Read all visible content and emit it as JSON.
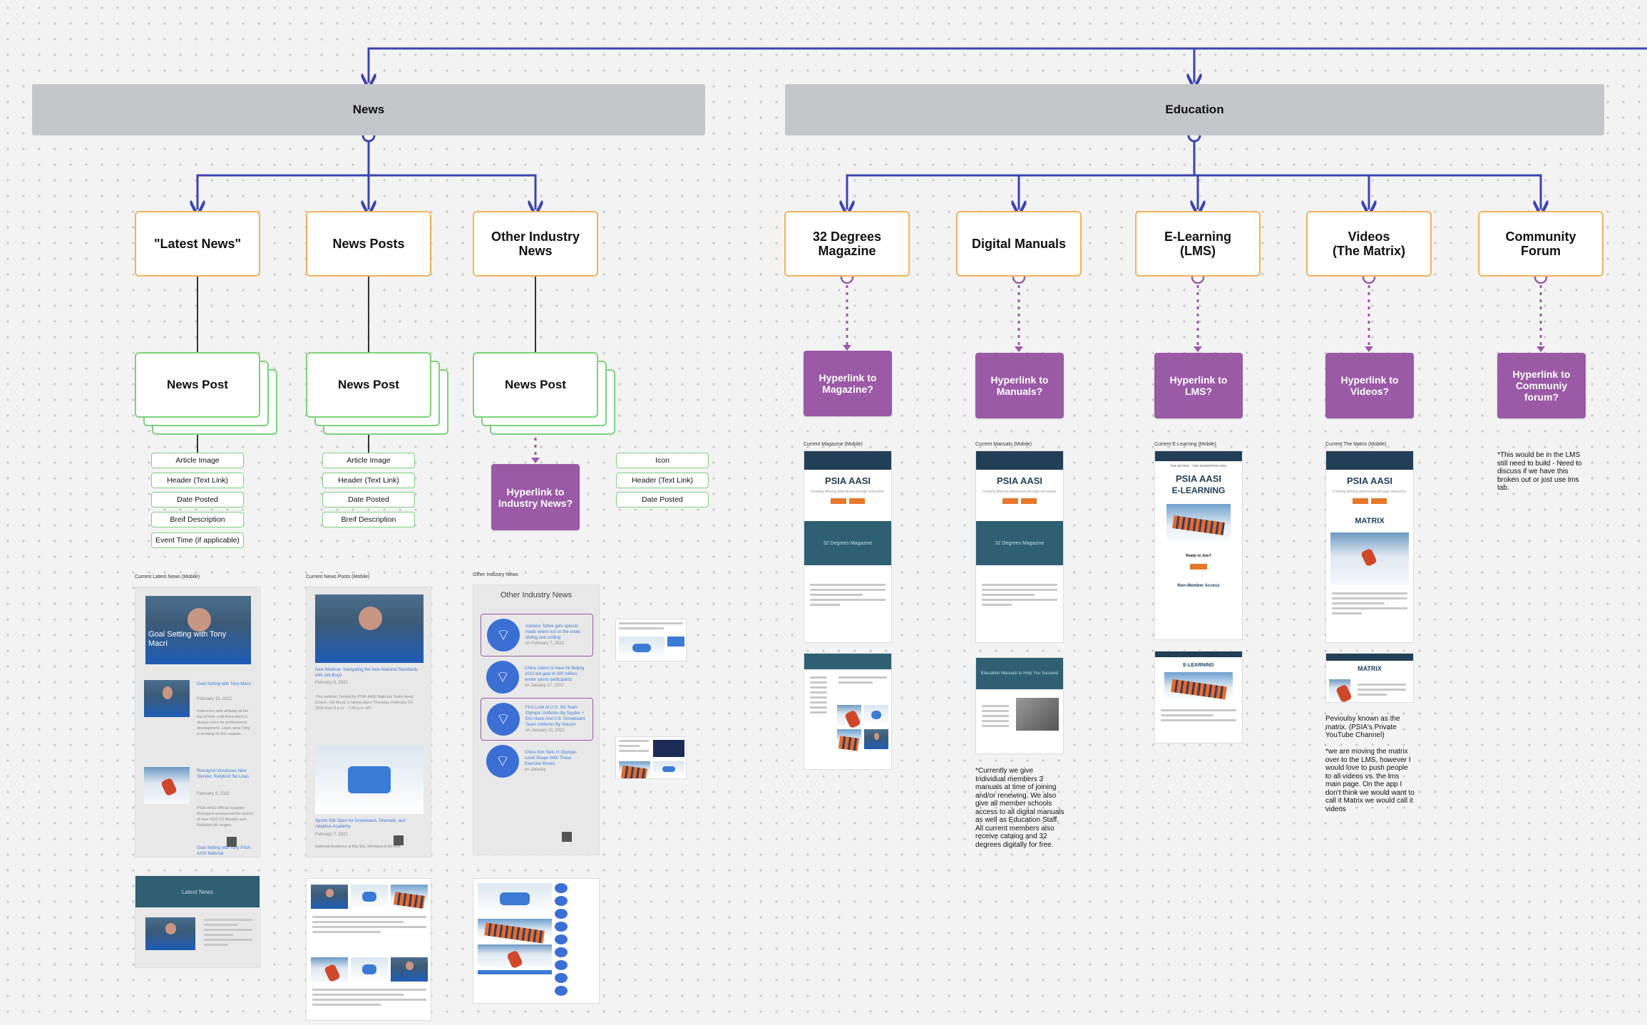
{
  "sections": {
    "news": {
      "label": "News"
    },
    "education": {
      "label": "Education"
    }
  },
  "news_categories": [
    {
      "label": "\"Latest News\""
    },
    {
      "label": "News Posts"
    },
    {
      "label": "Other Industry\nNews"
    }
  ],
  "education_categories": [
    {
      "label": "32 Degrees\nMagazine"
    },
    {
      "label": "Digital Manuals"
    },
    {
      "label": "E-Learning\n(LMS)"
    },
    {
      "label": "Videos\n(The Matrix)"
    },
    {
      "label": "Community\nForum"
    }
  ],
  "news_post_label": "News Post",
  "latest_news_fields": [
    "Article Image",
    "Header (Text Link)",
    "Date Posted",
    "Breif Description",
    "Event Time (if applicable)"
  ],
  "news_posts_fields": [
    "Article Image",
    "Header (Text Link)",
    "Date Posted",
    "Breif Description"
  ],
  "industry_fields": [
    "Icon",
    "Header (Text Link)",
    "Date Posted"
  ],
  "hyperlinks": {
    "industry": "Hyperlink to\nIndustry News?",
    "magazine": "Hyperlink to\nMagazine?",
    "manuals": "Hyperlink to\nManuals?",
    "lms": "Hyperlink to\nLMS?",
    "videos": "Hyperlink to\nVideos?",
    "forum": "Hyperlink to\nCommuniy\nforum?"
  },
  "captions": {
    "latest_news": "Current Latest News (Mobile)",
    "news_posts": "Current News Posts (Mobile)",
    "industry": "Other Industry News",
    "magazine": "Current Magazine (Mobile)",
    "manuals": "Current Manuals (Mobile)",
    "elearning": "Current E-Learning (Mobile)",
    "matrix": "Current The Matrix (Mobile)"
  },
  "screens": {
    "latest_news": {
      "hero_title": "Goal Setting with Tony Macri",
      "item1_title": "Goal Setting with Tony Macri",
      "item1_date": "February 15, 2022",
      "item1_body": "Instructors and athletes at the top of their craft know there's always room for professional development. Learn what Tony is working on this season.",
      "item2_title": "Rossignol Introduces New Slender, Rallybird Ski Lines",
      "item2_date": "February 9, 2022",
      "item2_body": "PSIA-AASI Official Supplier Rossignol announced the launch of new 2022-23 Slender and Rallybird ski ranges.",
      "item3_title": "Goal Setting with Tony PSIA-AASI National",
      "desktop_title": "Latest News"
    },
    "news_posts": {
      "item1_title": "New Webinar: Navigating the New National Standards with Jeb Boyd",
      "item1_date": "February 8, 2022",
      "item1_body": "This webinar, hosted by PSIA-AASI National Team Head Coach, Jeb Boyd, is taking place Thursday, February 24, 2022 from 6 p.m. - 7:30 p.m. MT.",
      "item2_title": "Sports Still Open for Snowboard, Telemark, and Adaptive Academy",
      "item2_date": "February 7, 2022",
      "item2_body": "National Academy at Big Sky, Montana is full and"
    },
    "industry": {
      "title": "Other Industry News",
      "items": [
        {
          "title": "Ashlane Tahoe gets special-made skiers out on the snow, sliding and smiling",
          "date": "on February 7, 2022"
        },
        {
          "title": "China claims to have hit Beijing 2022 bid goal of 300 million winter sports participants",
          "date": "on January 17, 2022"
        },
        {
          "title": "First Look At U.S. Ski Team Olympic Uniforms By Spyder + Eric Haze And U.S. Snowboard Team Uniforms By Volcom",
          "date": "on January 13, 2022"
        },
        {
          "title": "Chloe Kim Gets In Olympic-Level Shape With These Exercise Moves",
          "date": "on January"
        }
      ]
    },
    "magazine": {
      "logo": "PSIA AASI",
      "banner": "32 Degrees Magazine",
      "tagline": "Creating lifelong adventures through education."
    },
    "manuals": {
      "logo": "PSIA AASI",
      "banner": "32 Degrees Magazine",
      "desktop_banner": "Education Manuals to Help You Succeed"
    },
    "elearning": {
      "top": "THE MATRIX · THE SNOWPROS.ORG",
      "logo": "PSIA AASI",
      "badge": "E-LEARNING",
      "cta": "Ready to Join?",
      "access": "Non-Member Access",
      "desktop_badge": "E-LEARNING"
    },
    "matrix": {
      "logo": "PSIA AASI",
      "badge": "MATRIX",
      "desktop_badge": "MATRIX"
    }
  },
  "notes": {
    "forum": "*This would be in the LMS still need to build - Need to discuss if we have this broken out or just use lms tab.",
    "manuals": "*Currently we give Individual members 3 manuals at time of joining and/or renewing. We also give all member schools access to all digital manuals as well as Education Staff. All current members also receive catalog and 32 degrees digitally for free.",
    "videos_1": "Pevioulsy known as the matrix. (PSIA's Private YouTube Channel)",
    "videos_2": "*we are moving the matrix over to the LMS, however I would love to push people to all videos vs. the lms main page. On the app I don't think we would want to call it Matrix we would call it videos"
  },
  "colors": {
    "connector": "#3b44b0",
    "category_border": "#f4b25a",
    "post_border": "#7bd27a",
    "hyperlink_fill": "#9a5aa6",
    "section_fill": "#c5c6ca"
  }
}
